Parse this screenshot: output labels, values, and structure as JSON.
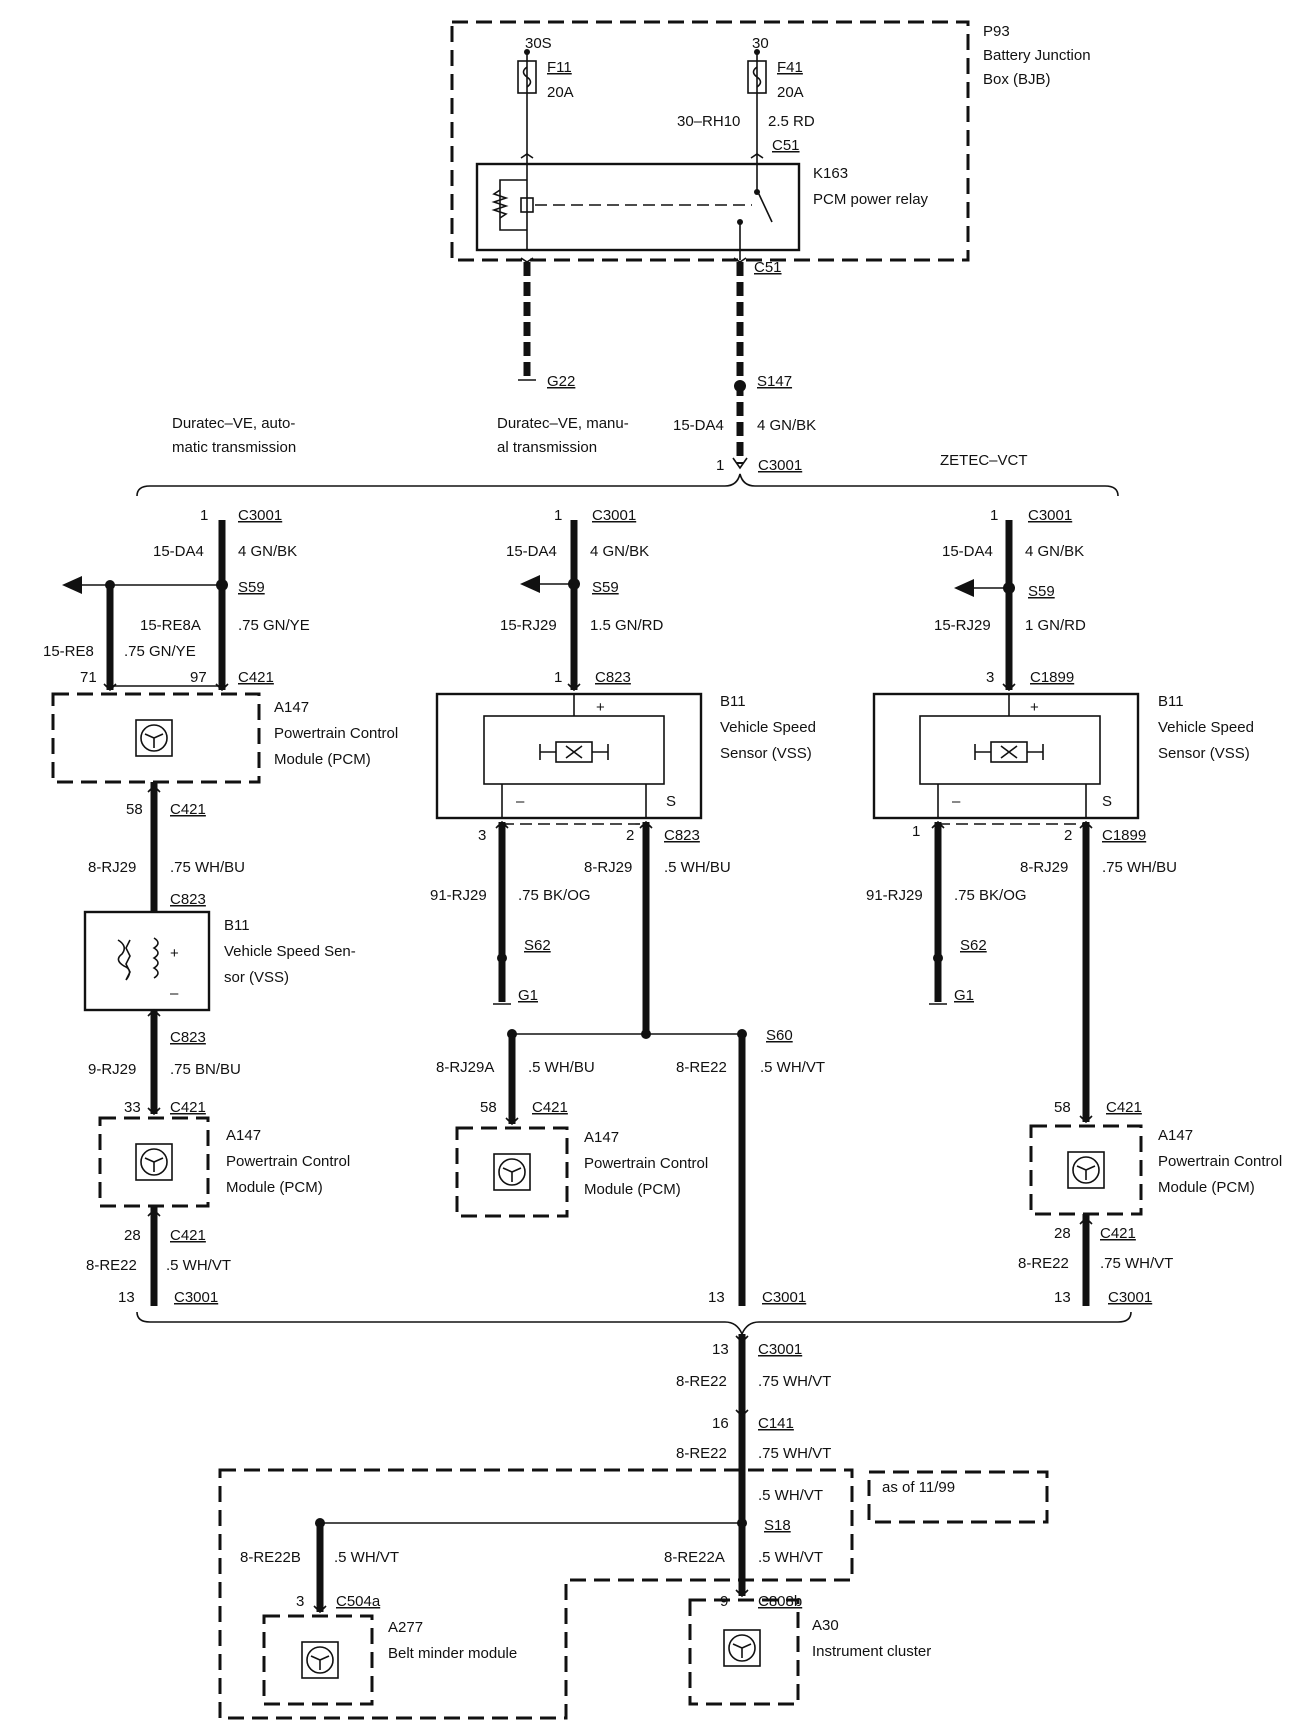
{
  "bjb": {
    "terminal_30s": "30S",
    "terminal_30": "30",
    "fuse_f11": "F11",
    "fuse_f11_rating": "20A",
    "fuse_f41": "F41",
    "fuse_f41_rating": "20A",
    "wire_left": "30–RH10",
    "wire_right": "2.5 RD",
    "conn_c51_top": "C51",
    "conn_c51_bottom": "C51",
    "id": "P93",
    "name_l1": "Battery Junction",
    "name_l2": "Box (BJB)",
    "relay_id": "K163",
    "relay_name": "PCM power relay"
  },
  "top": {
    "ground_g22": "G22",
    "splice_s147": "S147",
    "wire_code": "15-DA4",
    "wire_spec": "4 GN/BK",
    "pin": "1",
    "conn": "C3001",
    "variant_auto_l1": "Duratec–VE, auto-",
    "variant_auto_l2": "matic transmission",
    "variant_manual_l1": "Duratec–VE, manu-",
    "variant_manual_l2": "al transmission",
    "variant_zetec": "ZETEC–VCT"
  },
  "left": {
    "pin1": "1",
    "conn_c3001": "C3001",
    "w1_code": "15-DA4",
    "w1_spec": "4 GN/BK",
    "splice_s59": "S59",
    "w2_code": "15-RE8A",
    "w2_spec": ".75 GN/YE",
    "w3_code": "15-RE8",
    "w3_spec": ".75 GN/YE",
    "pin71": "71",
    "pin97": "97",
    "conn_c421": "C421",
    "pcm_id": "A147",
    "pcm_l1": "Powertrain Control",
    "pcm_l2": "Module (PCM)",
    "pin58": "58",
    "conn_c421b": "C421",
    "w4_code": "8-RJ29",
    "w4_spec": ".75 WH/BU",
    "conn_c823a": "C823",
    "vss_id": "B11",
    "vss_l1": "Vehicle Speed Sen-",
    "vss_l2": "sor (VSS)",
    "vss_plus": "+",
    "vss_minus": "–",
    "conn_c823b": "C823",
    "w5_code": "9-RJ29",
    "w5_spec": ".75 BN/BU",
    "pin33": "33",
    "conn_c421c": "C421",
    "pcm2_id": "A147",
    "pcm2_l1": "Powertrain Control",
    "pcm2_l2": "Module (PCM)",
    "pin28": "28",
    "conn_c421d": "C421",
    "w6_code": "8-RE22",
    "w6_spec": ".5 WH/VT",
    "pin13": "13",
    "conn_c3001b": "C3001"
  },
  "middle": {
    "pin1": "1",
    "conn_c3001": "C3001",
    "w1_code": "15-DA4",
    "w1_spec": "4 GN/BK",
    "splice_s59": "S59",
    "w2_code": "15-RJ29",
    "w2_spec": "1.5 GN/RD",
    "pin1b": "1",
    "conn_c823": "C823",
    "vss_id": "B11",
    "vss_l1": "Vehicle Speed",
    "vss_l2": "Sensor (VSS)",
    "vss_plus": "+",
    "vss_minus": "–",
    "vss_s": "S",
    "pin3": "3",
    "pin2": "2",
    "conn_c823b": "C823",
    "w3_code": "8-RJ29",
    "w3_spec": ".5 WH/BU",
    "w4_code": "91-RJ29",
    "w4_spec": ".75 BK/OG",
    "splice_s62": "S62",
    "ground_g1": "G1",
    "splice_s60": "S60",
    "w5_code": "8-RJ29A",
    "w5_spec": ".5 WH/BU",
    "w6_code": "8-RE22",
    "w6_spec": ".5 WH/VT",
    "pin58": "58",
    "conn_c421": "C421",
    "pcm_id": "A147",
    "pcm_l1": "Powertrain Control",
    "pcm_l2": "Module (PCM)",
    "pin13": "13",
    "conn_c3001b": "C3001"
  },
  "right": {
    "pin1": "1",
    "conn_c3001": "C3001",
    "w1_code": "15-DA4",
    "w1_spec": "4 GN/BK",
    "splice_s59": "S59",
    "w2_code": "15-RJ29",
    "w2_spec": "1 GN/RD",
    "pin3": "3",
    "conn_c1899": "C1899",
    "vss_id": "B11",
    "vss_l1": "Vehicle Speed",
    "vss_l2": "Sensor (VSS)",
    "vss_plus": "+",
    "vss_minus": "–",
    "vss_s": "S",
    "pin1b": "1",
    "pin2": "2",
    "conn_c1899b": "C1899",
    "w3_code": "8-RJ29",
    "w3_spec": ".75 WH/BU",
    "w4_code": "91-RJ29",
    "w4_spec": ".75 BK/OG",
    "splice_s62": "S62",
    "ground_g1": "G1",
    "pin58": "58",
    "conn_c421": "C421",
    "pcm_id": "A147",
    "pcm_l1": "Powertrain Control",
    "pcm_l2": "Module (PCM)",
    "pin28": "28",
    "conn_c421b": "C421",
    "w5_code": "8-RE22",
    "w5_spec": ".75 WH/VT",
    "pin13": "13",
    "conn_c3001b": "C3001"
  },
  "bottom": {
    "pin13": "13",
    "conn_c3001": "C3001",
    "w1_code": "8-RE22",
    "w1_spec": ".75 WH/VT",
    "pin16": "16",
    "conn_c141": "C141",
    "w2_code": "8-RE22",
    "w2_spec": ".75 WH/VT",
    "w3_spec": ".5 WH/VT",
    "as_of": "as of 11/99",
    "splice_s18": "S18",
    "w4_code": "8-RE22B",
    "w4_spec": ".5 WH/VT",
    "w5_code": "8-RE22A",
    "w5_spec": ".5 WH/VT",
    "pin3": "3",
    "conn_c504a": "C504a",
    "pin9": "9",
    "conn_c808b": "C808b",
    "belt_id": "A277",
    "belt_name": "Belt minder module",
    "ic_id": "A30",
    "ic_name": "Instrument cluster"
  }
}
